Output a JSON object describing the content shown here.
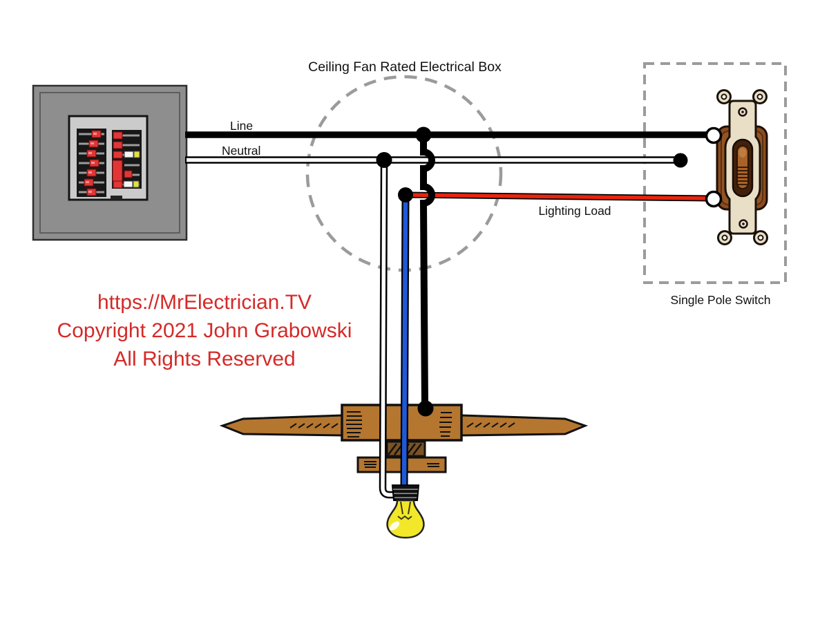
{
  "title": "Ceiling Fan Rated Electrical Box",
  "labels": {
    "line": "Line",
    "neutral": "Neutral",
    "lighting_load": "Lighting Load",
    "single_pole_switch": "Single Pole Switch"
  },
  "watermark": {
    "line1": "https://MrElectrician.TV",
    "line2": "Copyright 2021 John Grabowski",
    "line3": "All Rights Reserved",
    "color": "#d42a28"
  },
  "colors": {
    "line_wire": "#000000",
    "neutral_wire": "#ffffff",
    "lighting_load_wire": "#e8250e",
    "fan_switched_wire": "#2059d8",
    "dashed_boundary": "#9b9b9b",
    "panel_gray": "#8e8e8e",
    "breaker_red": "#e23636",
    "wood_brown": "#b5762f",
    "switch_cream": "#e9dfc7",
    "switch_brown": "#8a4c1e",
    "bulb_yellow": "#f2e829"
  },
  "icons": {
    "breaker_panel": "circuit-breaker-panel-illustration",
    "electrical_box": "dashed-circle-boundary",
    "switch_box": "dashed-rect-boundary",
    "ceiling_fan": "ceiling-fan-side-view-illustration",
    "light_bulb": "incandescent-bulb-illustration",
    "single_pole_switch": "toggle-switch-side-view-illustration"
  }
}
